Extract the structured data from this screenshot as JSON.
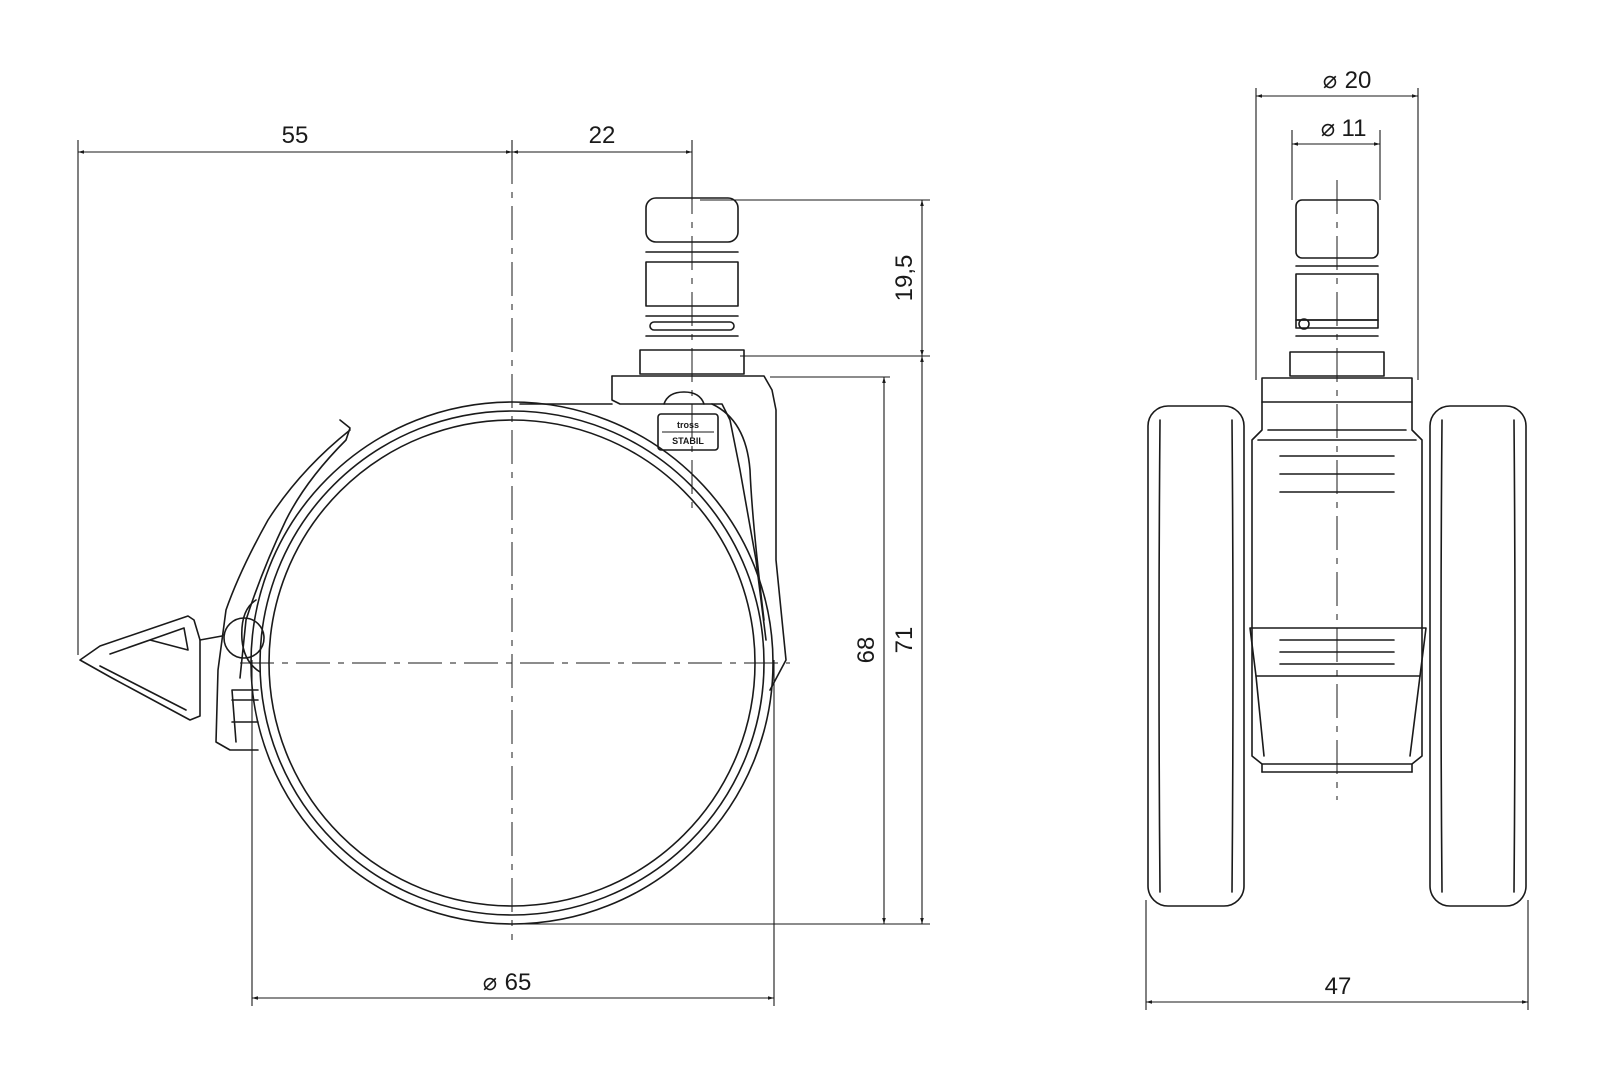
{
  "drawing": {
    "side_view": {
      "dimensions": {
        "brake_offset": "55",
        "stem_offset": "22",
        "stem_height": "19,5",
        "wheel_height": "68",
        "total_height": "71",
        "wheel_diameter": "65"
      },
      "brand_top": "tross",
      "brand_bottom": "STABIL"
    },
    "front_view": {
      "dimensions": {
        "stem_outer_diameter": "20",
        "stem_inner_diameter": "11",
        "overall_width": "47"
      }
    },
    "diameter_symbol": "⌀"
  }
}
